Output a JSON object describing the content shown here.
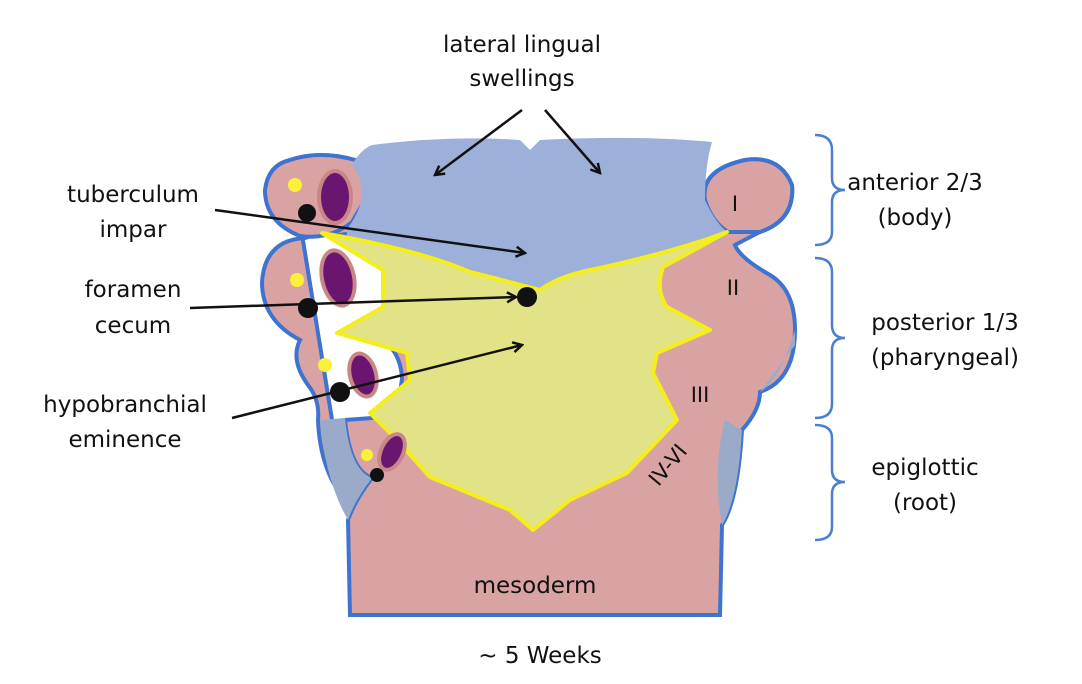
{
  "labels": {
    "lateral_lingual_line1": "lateral lingual",
    "lateral_lingual_line2": "swellings",
    "tuberculum_line1": "tuberculum",
    "tuberculum_line2": "impar",
    "foramen_line1": "foramen",
    "foramen_line2": "cecum",
    "hypobranchial_line1": "hypobranchial",
    "hypobranchial_line2": "eminence",
    "anterior_line1": "anterior 2/3",
    "anterior_line2": "(body)",
    "posterior_line1": "posterior 1/3",
    "posterior_line2": "(pharyngeal)",
    "epiglottic_line1": "epiglottic",
    "epiglottic_line2": "(root)",
    "mesoderm": "mesoderm",
    "caption": "~ 5 Weeks"
  },
  "arches": [
    "I",
    "II",
    "III",
    "IV-VI"
  ],
  "colors": {
    "pink": "#d9a3a3",
    "blue_fill": "#9db0da",
    "blue_outline": "#3f73d0",
    "yellow_fill": "#e2e286",
    "yellow_outline": "#f3ee1c",
    "purple": "#6a1670",
    "dot_yellow": "#fbf13a"
  }
}
